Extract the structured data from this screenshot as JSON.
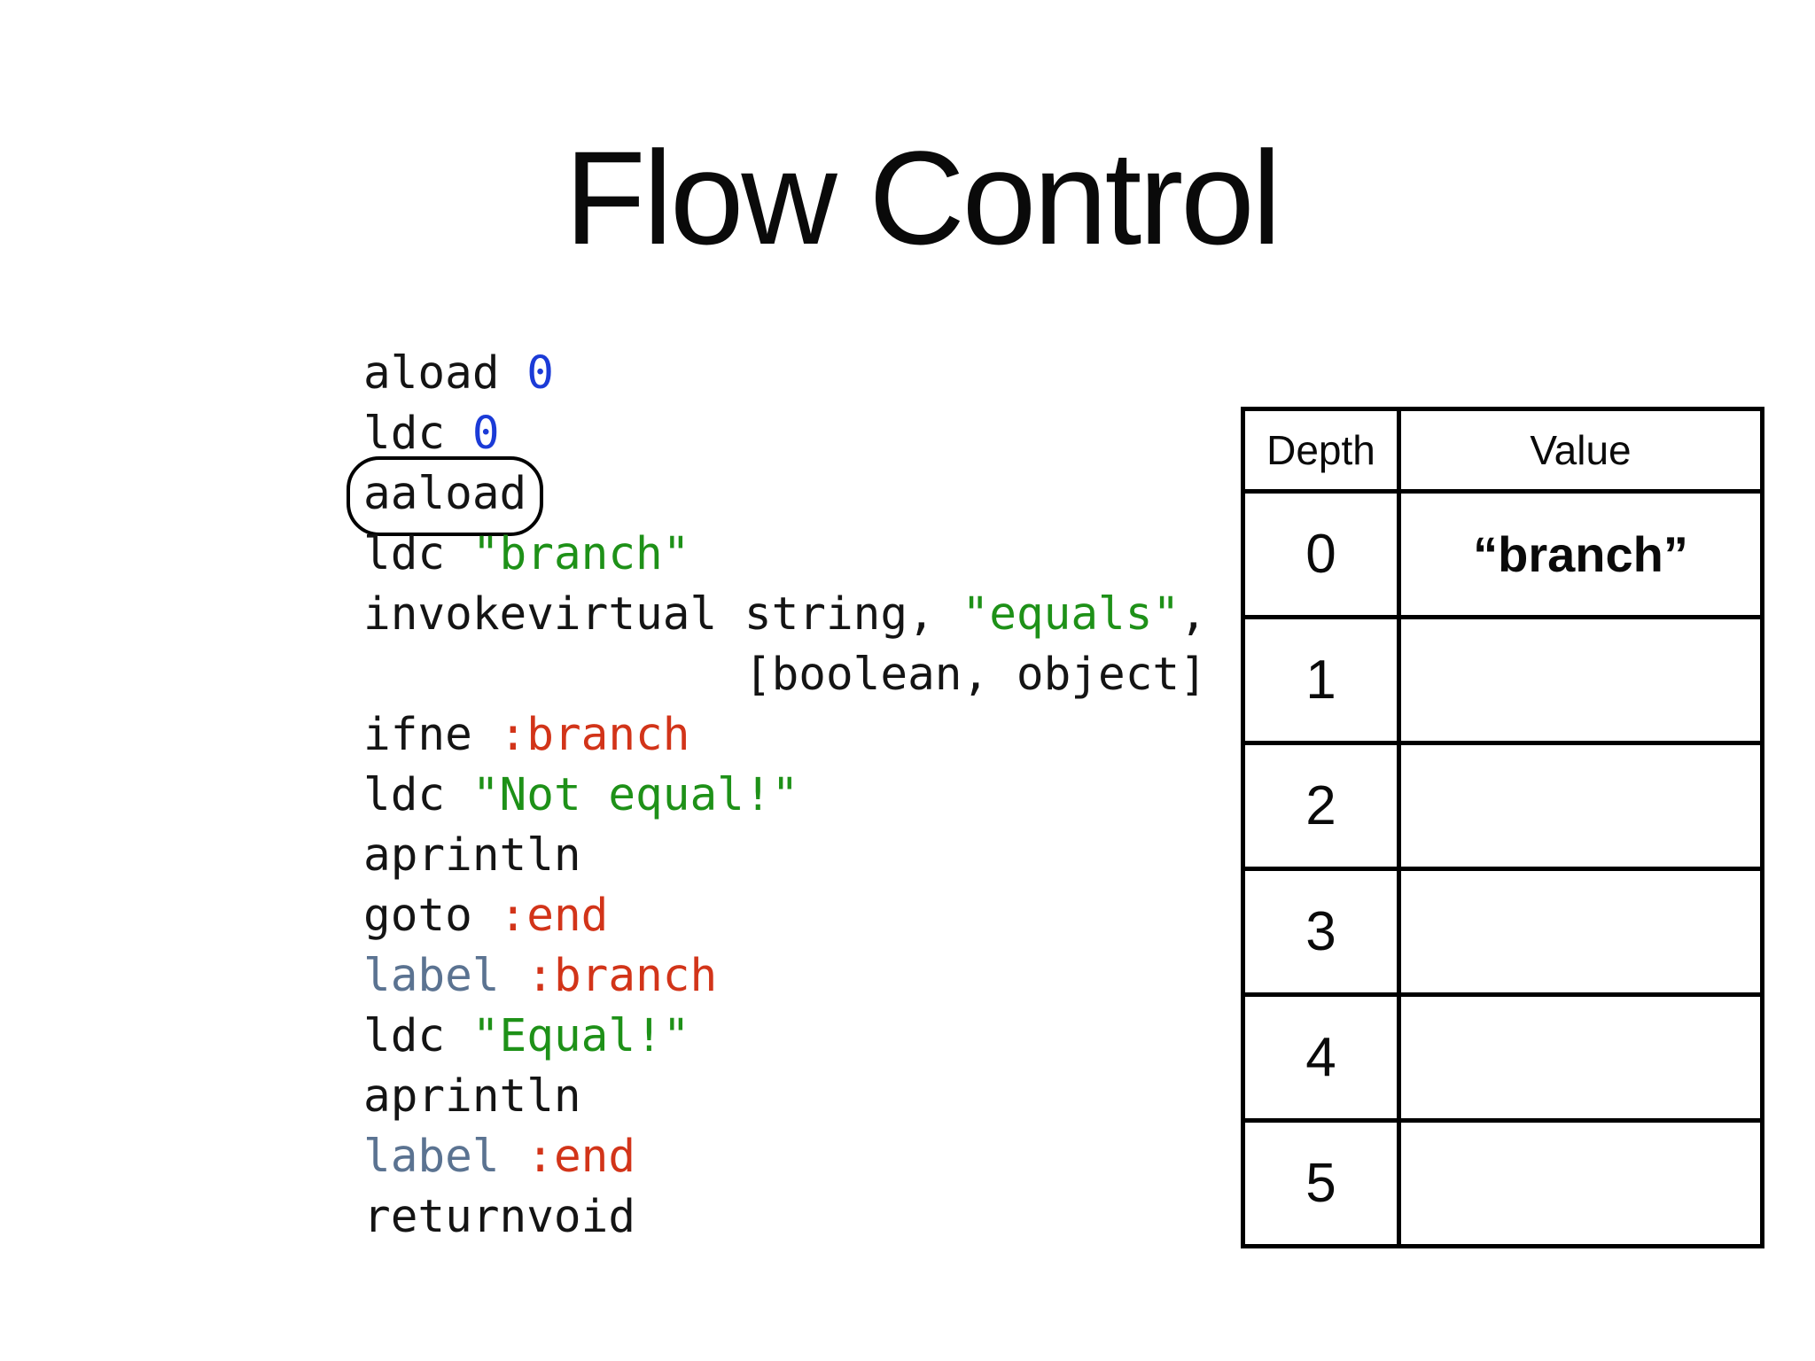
{
  "slide": {
    "title": "Flow Control",
    "background_color": "#ffffff"
  },
  "colors": {
    "code_default": "#141414",
    "number": "#1b3bd7",
    "string": "#1e9118",
    "label_ref": "#d23419",
    "label_keyword": "#5b7391",
    "annotation_circle": "#000000",
    "table_border": "#000000"
  },
  "code": {
    "lines": [
      {
        "segments": [
          {
            "text": "aload ",
            "type": "plain"
          },
          {
            "text": "0",
            "type": "number"
          }
        ]
      },
      {
        "segments": [
          {
            "text": "ldc ",
            "type": "plain"
          },
          {
            "text": "0",
            "type": "number"
          }
        ]
      },
      {
        "segments": [
          {
            "text": "aaload",
            "type": "plain",
            "circled": true
          }
        ]
      },
      {
        "segments": [
          {
            "text": "ldc ",
            "type": "plain"
          },
          {
            "text": "\"branch\"",
            "type": "string"
          }
        ]
      },
      {
        "segments": [
          {
            "text": "invokevirtual string, ",
            "type": "plain"
          },
          {
            "text": "\"equals\"",
            "type": "string"
          },
          {
            "text": ",",
            "type": "plain"
          }
        ]
      },
      {
        "segments": [
          {
            "text": "              [boolean, object]",
            "type": "plain"
          }
        ]
      },
      {
        "segments": [
          {
            "text": "ifne ",
            "type": "plain"
          },
          {
            "text": ":branch",
            "type": "label_ref"
          }
        ]
      },
      {
        "segments": [
          {
            "text": "ldc ",
            "type": "plain"
          },
          {
            "text": "\"Not equal!\"",
            "type": "string"
          }
        ]
      },
      {
        "segments": [
          {
            "text": "aprintln",
            "type": "plain"
          }
        ]
      },
      {
        "segments": [
          {
            "text": "goto ",
            "type": "plain"
          },
          {
            "text": ":end",
            "type": "label_ref"
          }
        ]
      },
      {
        "segments": [
          {
            "text": "label",
            "type": "label_keyword"
          },
          {
            "text": " ",
            "type": "plain"
          },
          {
            "text": ":branch",
            "type": "label_ref"
          }
        ]
      },
      {
        "segments": [
          {
            "text": "ldc ",
            "type": "plain"
          },
          {
            "text": "\"Equal!\"",
            "type": "string"
          }
        ]
      },
      {
        "segments": [
          {
            "text": "aprintln",
            "type": "plain"
          }
        ]
      },
      {
        "segments": [
          {
            "text": "label",
            "type": "label_keyword"
          },
          {
            "text": " ",
            "type": "plain"
          },
          {
            "text": ":end",
            "type": "label_ref"
          }
        ]
      },
      {
        "segments": [
          {
            "text": "returnvoid",
            "type": "plain"
          }
        ]
      }
    ]
  },
  "stack_table": {
    "headers": [
      "Depth",
      "Value"
    ],
    "rows": [
      {
        "depth": "0",
        "value": "“branch”"
      },
      {
        "depth": "1",
        "value": ""
      },
      {
        "depth": "2",
        "value": ""
      },
      {
        "depth": "3",
        "value": ""
      },
      {
        "depth": "4",
        "value": ""
      },
      {
        "depth": "5",
        "value": ""
      }
    ]
  }
}
